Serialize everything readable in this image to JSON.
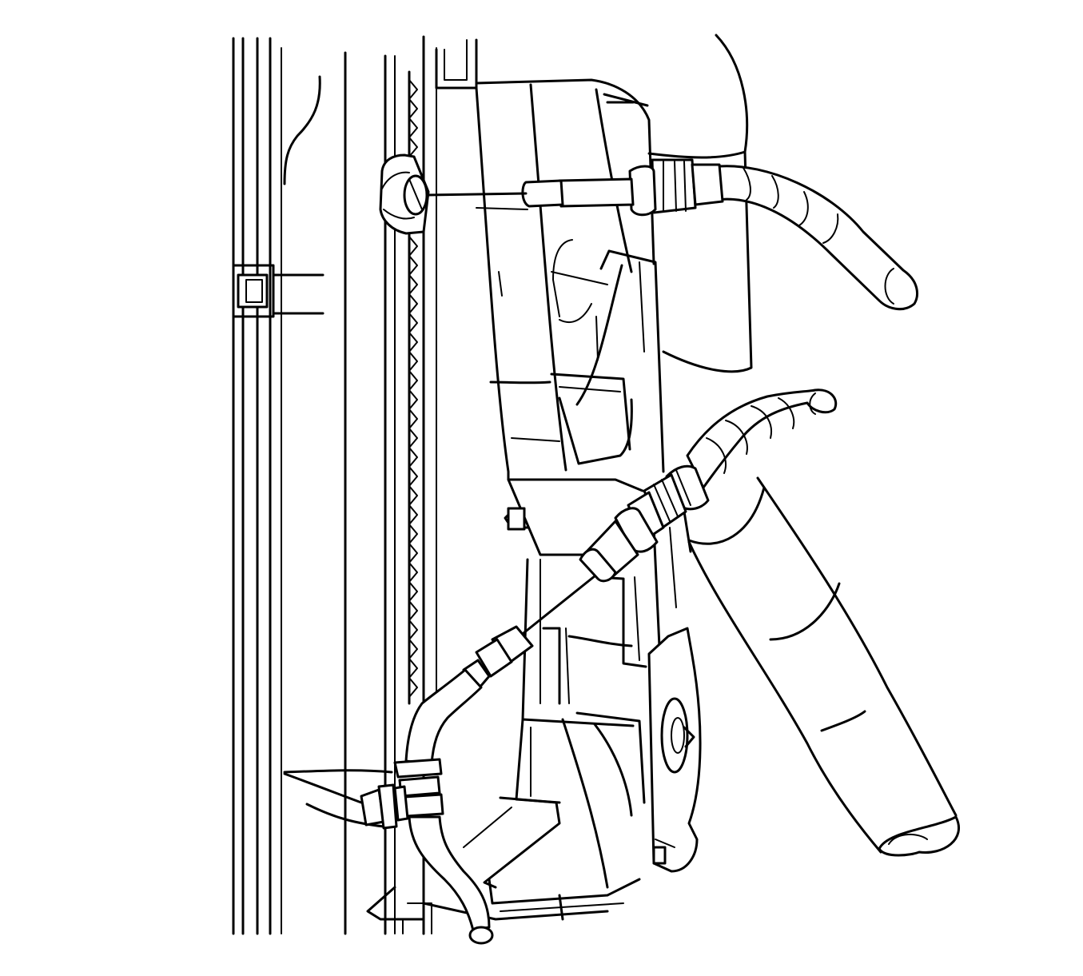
{
  "illustration": {
    "kind": "line-art",
    "colors": {
      "line": "#000000",
      "background": "#ffffff"
    },
    "components": [
      "radiator-frame",
      "fan-shroud",
      "radiator-inlet-hose",
      "upper-cooler-line",
      "upper-cooler-fitting",
      "lower-cooler-line",
      "lower-cooler-fitting",
      "line-clip",
      "fan-motor-hub"
    ]
  }
}
